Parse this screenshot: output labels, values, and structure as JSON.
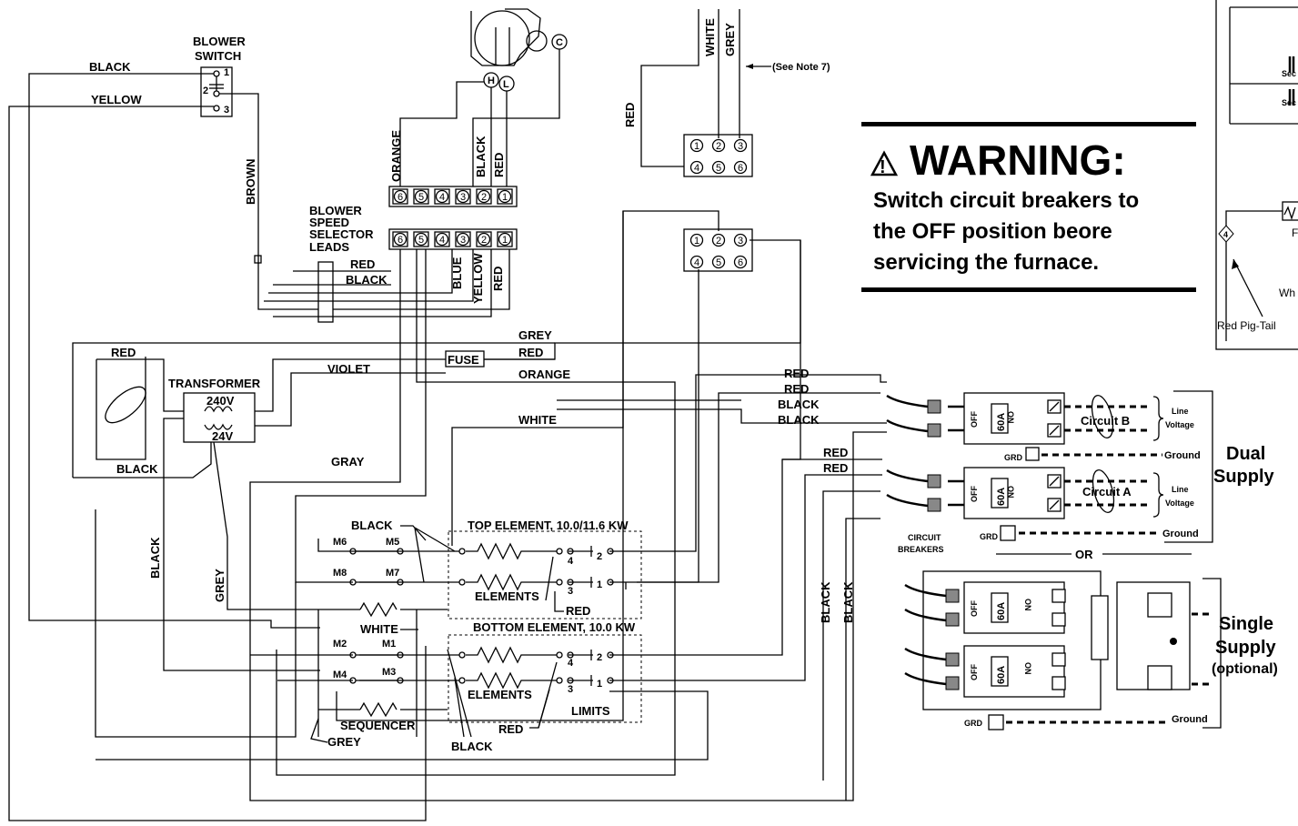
{
  "blower_switch": {
    "title_1": "BLOWER",
    "title_2": "SWITCH",
    "t1": "1",
    "t2": "2",
    "t3": "3"
  },
  "wires": {
    "black": "BLACK",
    "yellow": "YELLOW",
    "brown": "BROWN",
    "red": "RED",
    "orange": "ORANGE",
    "white": "WHITE",
    "grey": "GREY",
    "gray": "GRAY",
    "violet": "VIOLET",
    "blue": "BLUE",
    "fuse": "FUSE"
  },
  "motor": {
    "h": "H",
    "l": "L",
    "c": "C"
  },
  "note": "(See Note 7)",
  "blower_speed": {
    "line1": "BLOWER",
    "line2": "SPEED",
    "line3": "SELECTOR",
    "line4": "LEADS"
  },
  "terminals6": [
    "6",
    "5",
    "4",
    "3",
    "2",
    "1"
  ],
  "terminal_block": {
    "top": [
      "1",
      "2",
      "3"
    ],
    "bottom": [
      "4",
      "5",
      "6"
    ]
  },
  "transformer": {
    "title": "TRANSFORMER",
    "primary": "240V",
    "secondary": "24V"
  },
  "warning": {
    "symbol": "!",
    "title": "WARNING:",
    "line1": "Switch circuit breakers to",
    "line2": "the OFF position beore",
    "line3": "servicing the furnace."
  },
  "elements": {
    "top": "TOP ELEMENT, 10.0/11.6 KW",
    "bottom": "BOTTOM ELEMENT, 10.0 KW",
    "elements_label": "ELEMENTS",
    "limits": "LIMITS",
    "sequencer": "SEQUENCER",
    "m6": "M6",
    "m5": "M5",
    "m8": "M8",
    "m7": "M7",
    "m2": "M2",
    "m1": "M1",
    "m4": "M4",
    "m3": "M3",
    "l4": "4",
    "l2": "2",
    "l3": "3",
    "l1": "1"
  },
  "breakers": {
    "off": "OFF",
    "on": "ON",
    "rating": "60A",
    "circuit_b": "Circuit B",
    "circuit_a": "Circuit A",
    "line": "Line",
    "voltage": "Voltage",
    "grd": "GRD",
    "ground": "Ground",
    "dual_1": "Dual",
    "dual_2": "Supply",
    "circuit_breakers_1": "CIRCUIT",
    "circuit_breakers_2": "BREAKERS",
    "or": "OR",
    "single_1": "Single",
    "single_2": "Supply",
    "single_3": "(optional)"
  },
  "inset": {
    "sec1": "Sec",
    "sec2": "Sec",
    "f": "F",
    "four": "4",
    "wh": "Wh",
    "pigtail": "Red Pig-Tail"
  }
}
